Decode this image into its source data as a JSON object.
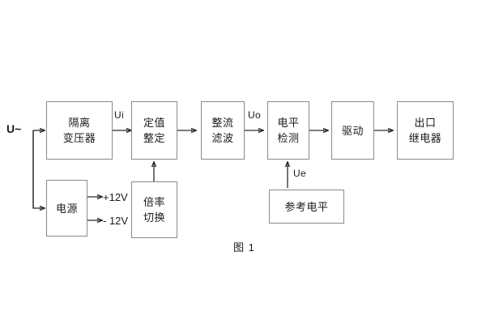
{
  "figure": {
    "caption": "图 1",
    "input_source_label": "U~",
    "colors": {
      "box_border": "#8a8a8a",
      "wire": "#2b2b2b",
      "text": "#1a1a1a",
      "background": "#ffffff"
    }
  },
  "main_chain": [
    {
      "id": "isolation-transformer",
      "lines": [
        "隔离",
        "变压器"
      ]
    },
    {
      "id": "setting-adjust",
      "lines": [
        "定值",
        "整定"
      ]
    },
    {
      "id": "rectify-filter",
      "lines": [
        "整流",
        "滤波"
      ]
    },
    {
      "id": "level-detect",
      "lines": [
        "电平",
        "检测"
      ]
    },
    {
      "id": "drive",
      "lines": [
        "驱动"
      ]
    },
    {
      "id": "output-relay",
      "lines": [
        "出口",
        "继电器"
      ]
    }
  ],
  "auxiliary": [
    {
      "id": "power-supply",
      "lines": [
        "电源"
      ]
    },
    {
      "id": "multiplier-switch",
      "lines": [
        "倍率",
        "切换"
      ]
    },
    {
      "id": "reference-level",
      "lines": [
        "参考电平"
      ]
    }
  ],
  "signal_labels": {
    "ui": "Ui",
    "uo": "Uo",
    "ue": "Ue"
  },
  "power_rails": {
    "positive": "+12V",
    "negative": "- 12V"
  }
}
